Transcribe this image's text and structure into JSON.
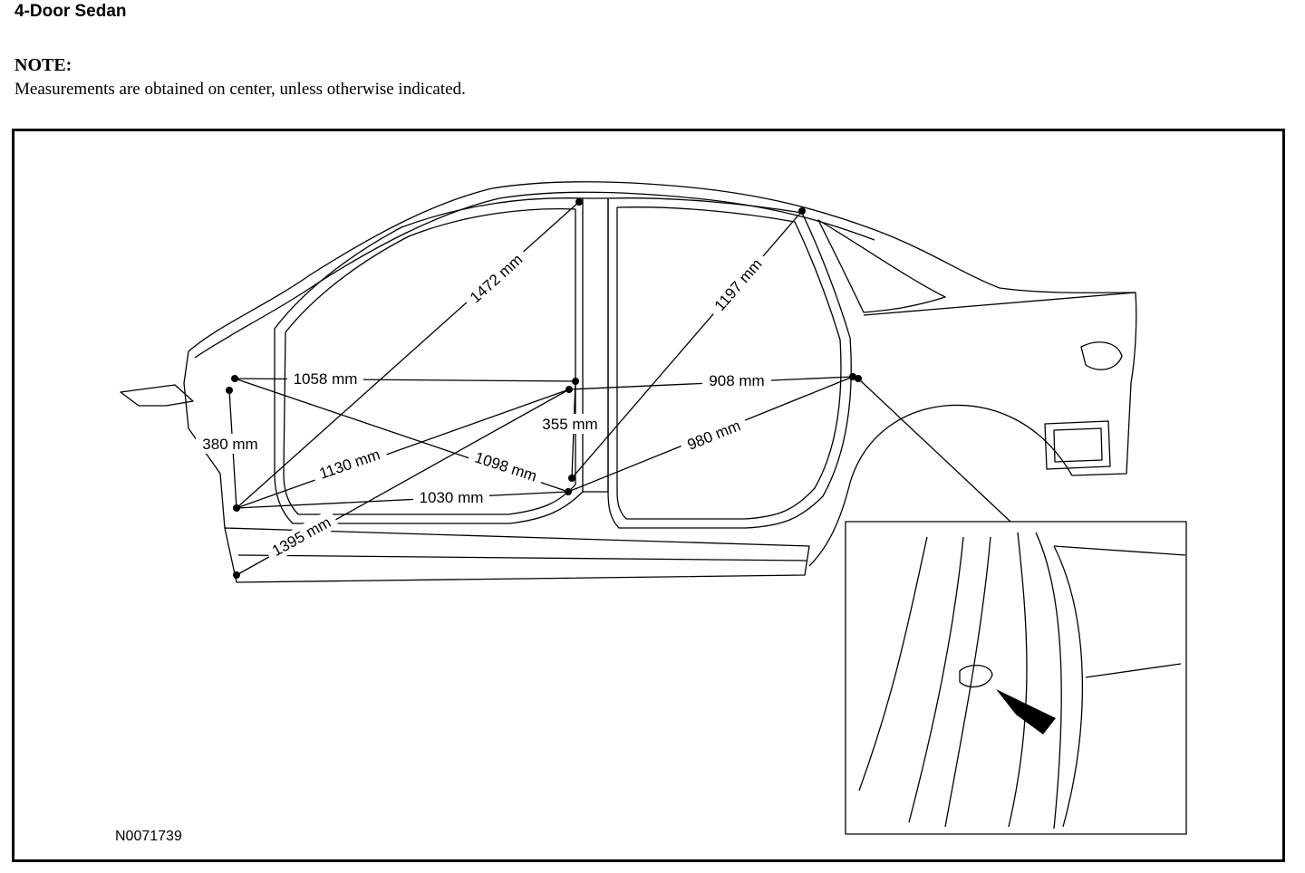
{
  "header": {
    "title": "4-Door Sedan",
    "note_label": "NOTE:",
    "note_text": "Measurements are obtained on center, unless otherwise indicated."
  },
  "figure": {
    "id": "N0071739",
    "measurements": [
      {
        "key": "m1472",
        "label": "1472 mm"
      },
      {
        "key": "m1197",
        "label": "1197 mm"
      },
      {
        "key": "m1058",
        "label": "1058 mm"
      },
      {
        "key": "m908",
        "label": "908 mm"
      },
      {
        "key": "m380",
        "label": "380 mm"
      },
      {
        "key": "m355",
        "label": "355 mm"
      },
      {
        "key": "m1130",
        "label": "1130 mm"
      },
      {
        "key": "m1098",
        "label": "1098 mm"
      },
      {
        "key": "m980",
        "label": "980 mm"
      },
      {
        "key": "m1030",
        "label": "1030 mm"
      },
      {
        "key": "m1395",
        "label": "1395 mm"
      }
    ]
  }
}
